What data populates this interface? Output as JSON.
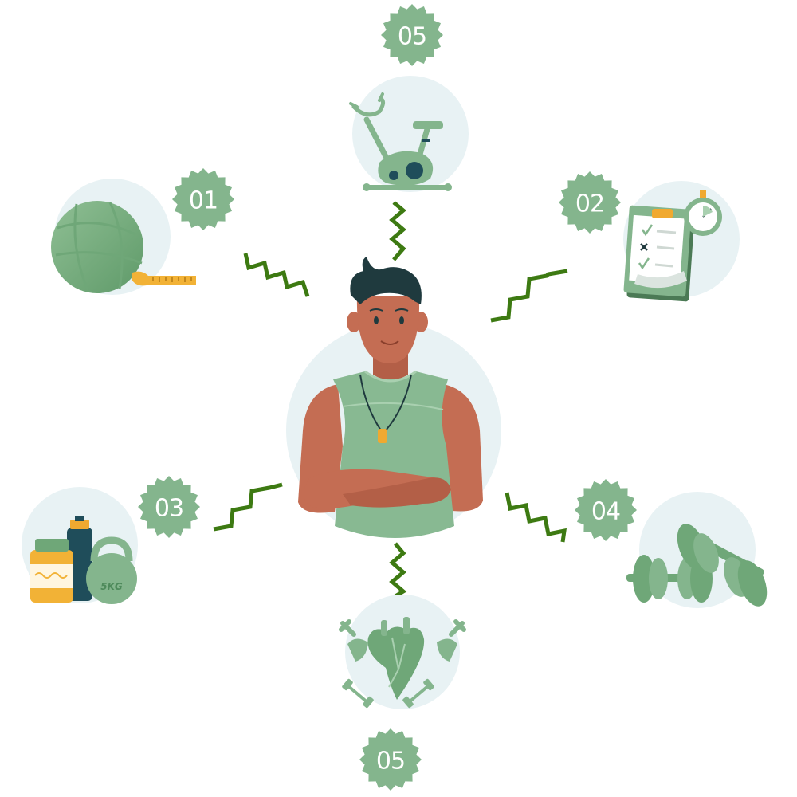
{
  "badges": {
    "top": "05",
    "top_left": "01",
    "top_right": "02",
    "mid_left": "03",
    "mid_right": "04",
    "bottom": "05"
  },
  "kettlebell_label": "5KG",
  "colors": {
    "accent": "#84b58d",
    "circle_bg": "#e8f2f4",
    "zigzag": "#3d7a12",
    "skin": "#c46d53",
    "hair": "#1f3a3e",
    "shirt": "#88b992"
  }
}
